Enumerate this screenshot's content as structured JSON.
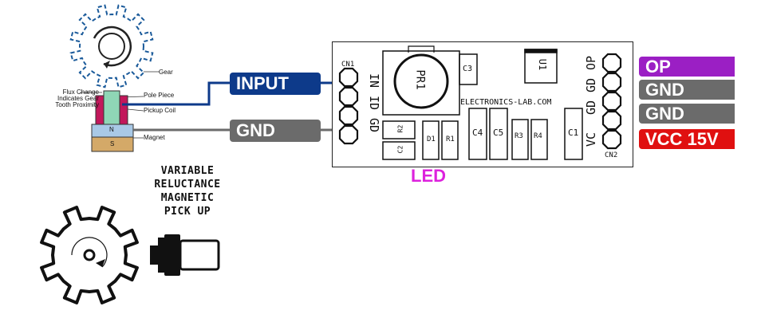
{
  "sensor": {
    "gear_label": "Gear",
    "flux_label_lines": [
      "Flux Change",
      "Indicates Gear",
      "Tooth Proximity"
    ],
    "pole_piece_label": "Pole Piece",
    "pickup_coil_label": "Pickup Coil",
    "magnet_label": "Magnet",
    "magnet_n": "N",
    "magnet_s": "S"
  },
  "wires": {
    "input_label": "INPUT",
    "gnd_label": "GND",
    "input_color": "#0d3a8a",
    "gnd_color": "#6b6b6b"
  },
  "pcb": {
    "cn1": "CN1",
    "cn2": "CN2",
    "left_pins": [
      "IN",
      "ID",
      "GD"
    ],
    "right_pins": [
      "OP",
      "GD",
      "GD",
      "VC"
    ],
    "website": "ELECTRONICS-LAB.COM",
    "components": {
      "pr1": "PR1",
      "c3": "C3",
      "u1": "U1",
      "r2": "R2",
      "c2": "C2",
      "d1": "D1",
      "r1": "R1",
      "c4": "C4",
      "c5": "C5",
      "r3": "R3",
      "r4": "R4",
      "c1": "C1"
    },
    "led_label": "LED",
    "led_color": "#dd22dd"
  },
  "outputs": [
    {
      "label": "OP",
      "color": "#9b1fc4"
    },
    {
      "label": "GND",
      "color": "#6b6b6b"
    },
    {
      "label": "GND",
      "color": "#6b6b6b"
    },
    {
      "label": "VCC 15V",
      "color": "#e01010"
    }
  ],
  "pickup": {
    "title_lines": [
      "VARIABLE",
      "RELUCTANCE",
      "MAGNETIC",
      "PICK UP"
    ]
  }
}
